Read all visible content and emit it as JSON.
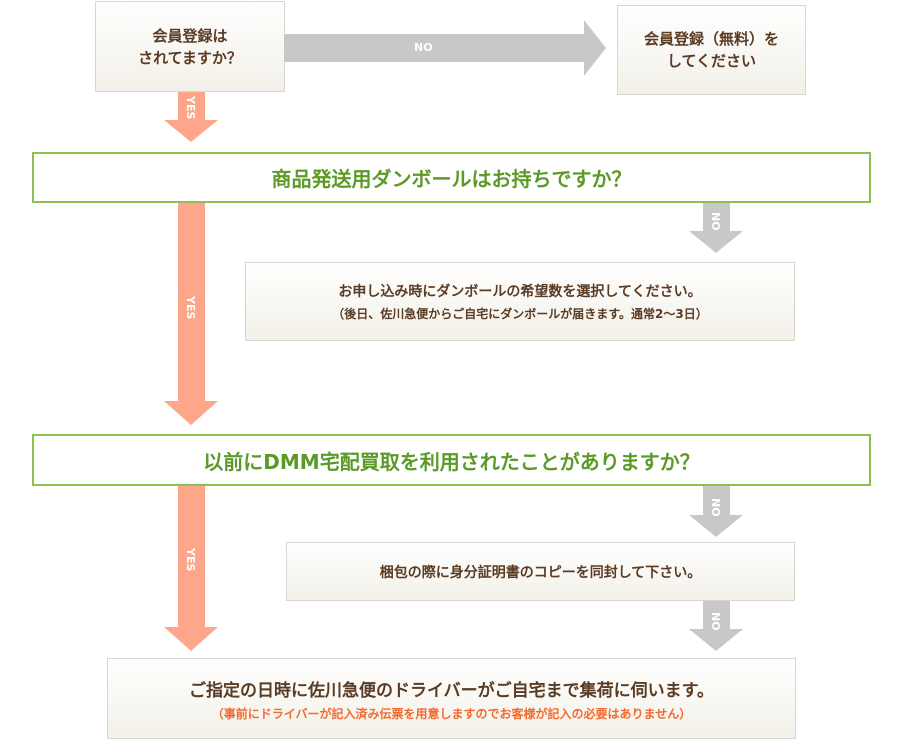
{
  "q1": {
    "line1": "会員登録は",
    "line2": "されてますか？"
  },
  "register": {
    "line1": "会員登録（無料）を",
    "line2": "してください"
  },
  "q2": "商品発送用ダンボールはお持ちですか？",
  "box_select": {
    "main": "お申し込み時にダンボールの希望数を選択してください。",
    "sub": "（後日、佐川急便からご自宅にダンボールが届きます。通常2～3日）"
  },
  "q3": "以前にDMM宅配買取を利用されたことがありますか？",
  "box_id": "梱包の際に身分証明書のコピーを同封して下さい。",
  "final": {
    "main": "ご指定の日時に佐川急便のドライバーがご自宅まで集荷に伺います。",
    "sub": "（事前にドライバーが記入済み伝票を用意しますのでお客様が記入の必要はありません）"
  },
  "labels": {
    "yes": "YES",
    "no": "NO"
  },
  "colors": {
    "yes": "#fea68a",
    "no": "#c8c8c8",
    "question": "#5b9a27",
    "note": "#f26a2e"
  }
}
